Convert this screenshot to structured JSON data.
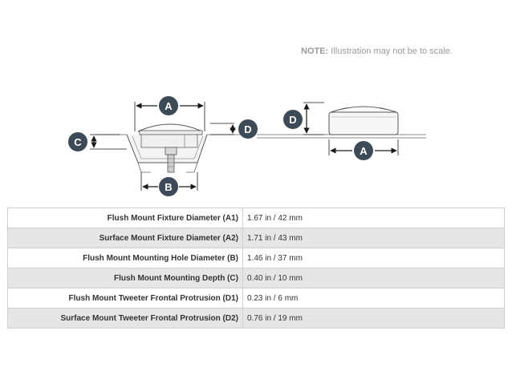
{
  "note": {
    "prefix": "NOTE:",
    "text": " Illustration may not be to scale."
  },
  "dimension_labels": {
    "a": "A",
    "b": "B",
    "c": "C",
    "d": "D"
  },
  "specs": [
    {
      "label": "Flush Mount Fixture Diameter (A1)",
      "value": "1.67 in / 42 mm"
    },
    {
      "label": "Surface Mount Fixture Diameter (A2)",
      "value": "1.71 in / 43 mm"
    },
    {
      "label": "Flush Mount Mounting Hole Diameter (B)",
      "value": "1.46 in / 37 mm"
    },
    {
      "label": "Flush Mount Mounting Depth (C)",
      "value": "0.40 in / 10 mm"
    },
    {
      "label": "Flush Mount Tweeter Frontal Protrusion (D1)",
      "value": "0.23 in / 6 mm"
    },
    {
      "label": "Surface Mount Tweeter Frontal Protrusion (D2)",
      "value": "0.76 in / 19 mm"
    }
  ],
  "colors": {
    "badge": "#3d4a57",
    "line": "#1a1a1a"
  }
}
